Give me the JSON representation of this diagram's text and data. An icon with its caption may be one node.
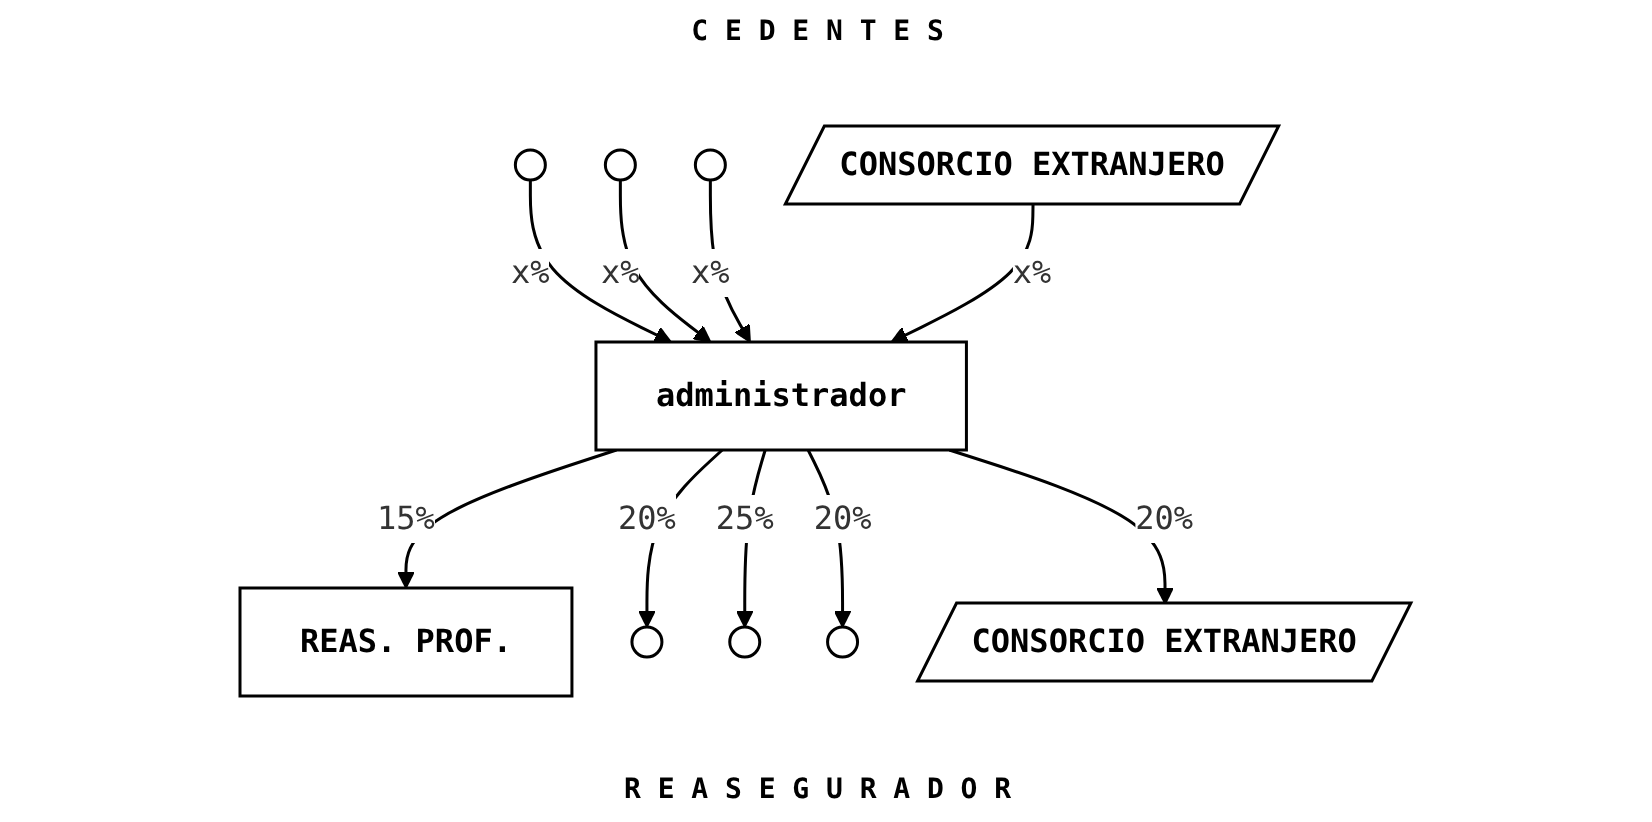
{
  "diagram": {
    "title": "CEDENTES",
    "caption": "REASEGURADOR",
    "nodes": [
      {
        "text": [],
        "shape": "circle"
      },
      {
        "text": [],
        "shape": "circle"
      },
      {
        "text": [],
        "shape": "circle"
      },
      {
        "text": [
          "CONSORCIO EXTRANJERO"
        ]
      },
      {
        "text": [
          "administrador"
        ]
      },
      {
        "text": [
          "REAS. PROF."
        ]
      },
      {
        "text": [],
        "shape": "circle"
      },
      {
        "text": [],
        "shape": "circle"
      },
      {
        "text": [],
        "shape": "circle"
      },
      {
        "text": [
          "CONSORCIO EXTRANJERO"
        ]
      }
    ],
    "edges": [
      {
        "from": 0,
        "to": 4,
        "arrow": "to",
        "label": "x%"
      },
      {
        "from": 1,
        "to": 4,
        "arrow": "to",
        "label": "x%"
      },
      {
        "from": 2,
        "to": 4,
        "arrow": "to",
        "label": "x%"
      },
      {
        "from": 3,
        "to": 4,
        "arrow": "to",
        "label": "x%"
      },
      {
        "from": 4,
        "to": 5,
        "arrow": "to",
        "label": "15%"
      },
      {
        "from": 4,
        "to": 6,
        "arrow": "to",
        "label": "20%"
      },
      {
        "from": 4,
        "to": 7,
        "arrow": "to",
        "label": "25%"
      },
      {
        "from": 4,
        "to": 8,
        "arrow": "to",
        "label": "20%"
      },
      {
        "from": 4,
        "to": 9,
        "arrow": "to",
        "label": "20%"
      }
    ]
  }
}
